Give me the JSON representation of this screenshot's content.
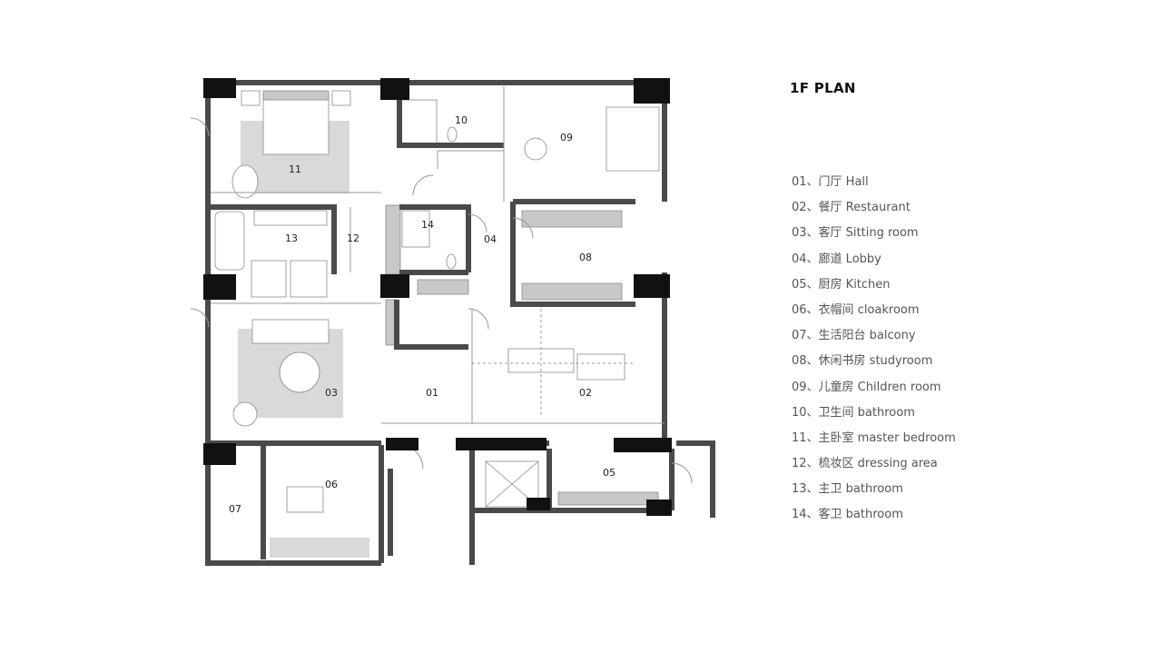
{
  "title": "1F PLAN",
  "rooms": [
    {
      "id": "01",
      "label": "01、门厅 Hall"
    },
    {
      "id": "02",
      "label": "02、餐厅 Restaurant"
    },
    {
      "id": "03",
      "label": "03、客厅 Sitting room"
    },
    {
      "id": "04",
      "label": "04、廊道 Lobby"
    },
    {
      "id": "05",
      "label": "05、厨房 Kitchen"
    },
    {
      "id": "06",
      "label": "06、衣帽间 cloakroom"
    },
    {
      "id": "07",
      "label": "07、生活阳台  balcony"
    },
    {
      "id": "08",
      "label": "08、休闲书房  studyroom"
    },
    {
      "id": "09",
      "label": "09、儿童房 Children room"
    },
    {
      "id": "10",
      "label": "10、卫生间 bathroom"
    },
    {
      "id": "11",
      "label": "11、主卧室 master bedroom"
    },
    {
      "id": "12",
      "label": "12、梳妆区 dressing area"
    },
    {
      "id": "13",
      "label": "13、主卫  bathroom"
    },
    {
      "id": "14",
      "label": "14、客卫  bathroom"
    }
  ],
  "colors": {
    "wall": "#4a4a4a",
    "column": "#111111",
    "rug": "#d9d9d9",
    "furniture": "#c8c8c8",
    "line": "#9a9a9a"
  }
}
